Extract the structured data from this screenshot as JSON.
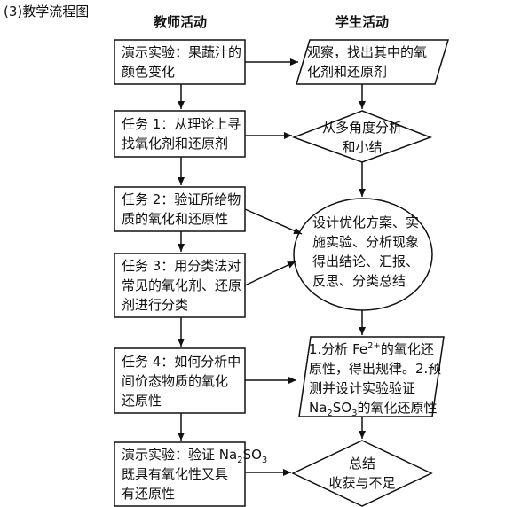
{
  "title": "(3)教学流程图",
  "headers": {
    "teacher": "教师活动",
    "student": "学生活动"
  },
  "teacher_steps": [
    {
      "lines": [
        "演示实验：果蔬汁的",
        "颜色变化"
      ]
    },
    {
      "lines": [
        "任务 1：从理论上寻",
        "找氧化剂和还原剂"
      ]
    },
    {
      "lines": [
        "任务 2：验证所给物",
        "质的氧化和还原性"
      ]
    },
    {
      "lines": [
        "任务 3：用分类法对",
        "常见的氧化剂、还原",
        "剂进行分类"
      ]
    },
    {
      "lines": [
        "任务 4：如何分析中",
        "间价态物质的氧化",
        "还原性"
      ]
    },
    {
      "line1_pre": "演示实验：验证 Na",
      "line1_sub": "2",
      "line1_mid": "SO",
      "line1_sub2": "3",
      "line2": "既具有氧化性又具",
      "line3": "有还原性"
    }
  ],
  "student_steps": {
    "observe": [
      "观察，找出其中的氧",
      "化剂和还原剂"
    ],
    "analyze": [
      "从多角度分析",
      "和小结"
    ],
    "design": [
      "设计优化方案、实",
      "施实验、分析现象",
      "得出结论、汇报、",
      "反思、分类总结"
    ],
    "fe": {
      "l1_pre": "1.分析 Fe",
      "l1_sup": "2+",
      "l1_post": "的氧化还",
      "l2": "原性，得出规律。2.预",
      "l3": "测并设计实验验证",
      "l4_pre": "Na",
      "l4_sub1": "2",
      "l4_mid": "SO",
      "l4_sub2": "3",
      "l4_post": "的氧化还原性"
    },
    "summary": [
      "总结",
      "收获与不足"
    ]
  }
}
